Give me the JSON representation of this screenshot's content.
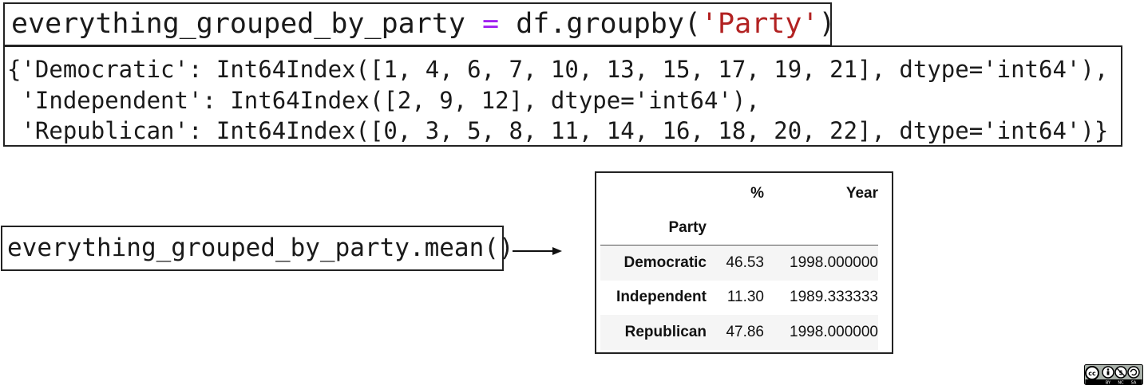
{
  "code_input": {
    "variable": "everything_grouped_by_party",
    "operator": "=",
    "call_prefix": "df.groupby(",
    "argument": "'Party'",
    "call_suffix": ")"
  },
  "groups_output": {
    "lines": [
      "{'Democratic': Int64Index([1, 4, 6, 7, 10, 13, 15, 17, 19, 21], dtype='int64'),",
      " 'Independent': Int64Index([2, 9, 12], dtype='int64'),",
      " 'Republican': Int64Index([0, 3, 5, 8, 11, 14, 16, 18, 20, 22], dtype='int64')}"
    ]
  },
  "mean_call": {
    "code": "everything_grouped_by_party.mean()"
  },
  "result_table": {
    "columns": [
      "%",
      "Year"
    ],
    "index_name": "Party",
    "rows": [
      {
        "party": "Democratic",
        "pct": "46.53",
        "year": "1998.000000"
      },
      {
        "party": "Independent",
        "pct": "11.30",
        "year": "1989.333333"
      },
      {
        "party": "Republican",
        "pct": "47.86",
        "year": "1998.000000"
      }
    ]
  },
  "license": {
    "icon": "cc-by-nc-sa-icon",
    "labels": [
      "BY",
      "NC",
      "SA"
    ]
  }
}
